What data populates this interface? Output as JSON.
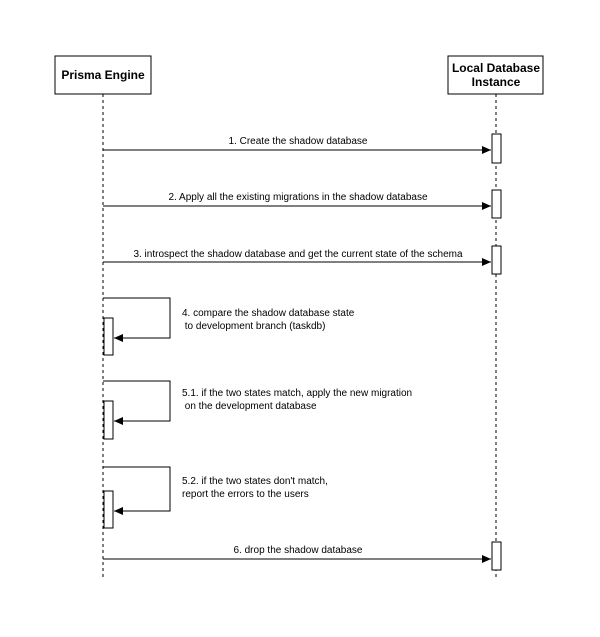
{
  "participants": {
    "prisma_engine": {
      "name": "Prisma Engine"
    },
    "local_db": {
      "name_line1": "Local Database",
      "name_line2": "Instance"
    }
  },
  "messages": {
    "m1": {
      "label": "1. Create the shadow database"
    },
    "m2": {
      "label": "2. Apply all the existing migrations in the shadow database"
    },
    "m3": {
      "label": "3. introspect the shadow database and get the current state of the schema"
    },
    "m4": {
      "line1": "4. compare the shadow database state",
      "line2": " to development branch (taskdb)"
    },
    "m5_1": {
      "line1": "5.1. if the two states match, apply the new migration",
      "line2": " on the development database"
    },
    "m5_2": {
      "line1": "5.2. if the two states don't match,",
      "line2": "report the errors to the users"
    },
    "m6": {
      "label": "6. drop the shadow database"
    }
  }
}
